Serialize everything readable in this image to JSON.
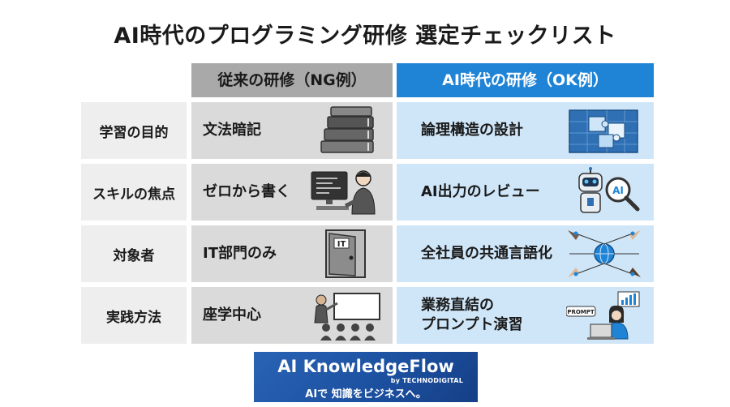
{
  "title": "AI時代のプログラミング研修 選定チェックリスト",
  "columns": {
    "ng": "従来の研修（NG例）",
    "ok": "AI時代の研修（OK例）"
  },
  "rows": [
    {
      "label": "学習の目的",
      "ng": "文法暗記",
      "ok_lines": [
        "論理構造の設計"
      ]
    },
    {
      "label": "スキルの焦点",
      "ng": "ゼロから書く",
      "ok_lines": [
        "AI出力のレビュー"
      ]
    },
    {
      "label": "対象者",
      "ng": "IT部門のみ",
      "ok_lines": [
        "全社員の共通言語化"
      ]
    },
    {
      "label": "実践方法",
      "ng": "座学中心",
      "ok_lines": [
        "業務直結の",
        "プロンプト演習"
      ]
    }
  ],
  "icons": {
    "door_sign": "IT",
    "ai_badge": "AI",
    "prompt_card": "PROMPT"
  },
  "brand": {
    "name": "AI KnowledgeFlow",
    "by": "by TECHNODIGITAL",
    "tagline": "AIで 知識をビジネスへ。"
  },
  "colors": {
    "ok_header": "#1f83d6",
    "ng_header": "#a9a9a9",
    "ok_cell": "#cfe6f8",
    "ng_cell": "#dadada",
    "brand": "#1b4f9e"
  }
}
